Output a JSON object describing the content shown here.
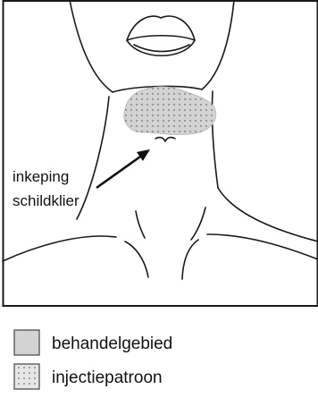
{
  "annotation": {
    "line1": "inkeping",
    "line2": "schildklier"
  },
  "legend": {
    "items": [
      {
        "label": "behandelgebied",
        "swatch": "solid"
      },
      {
        "label": "injectiepatroon",
        "swatch": "dotted"
      }
    ]
  },
  "colors": {
    "outline": "#1a1a1a",
    "area_fill": "#d3d3d3",
    "dot": "#6e6e6e"
  }
}
